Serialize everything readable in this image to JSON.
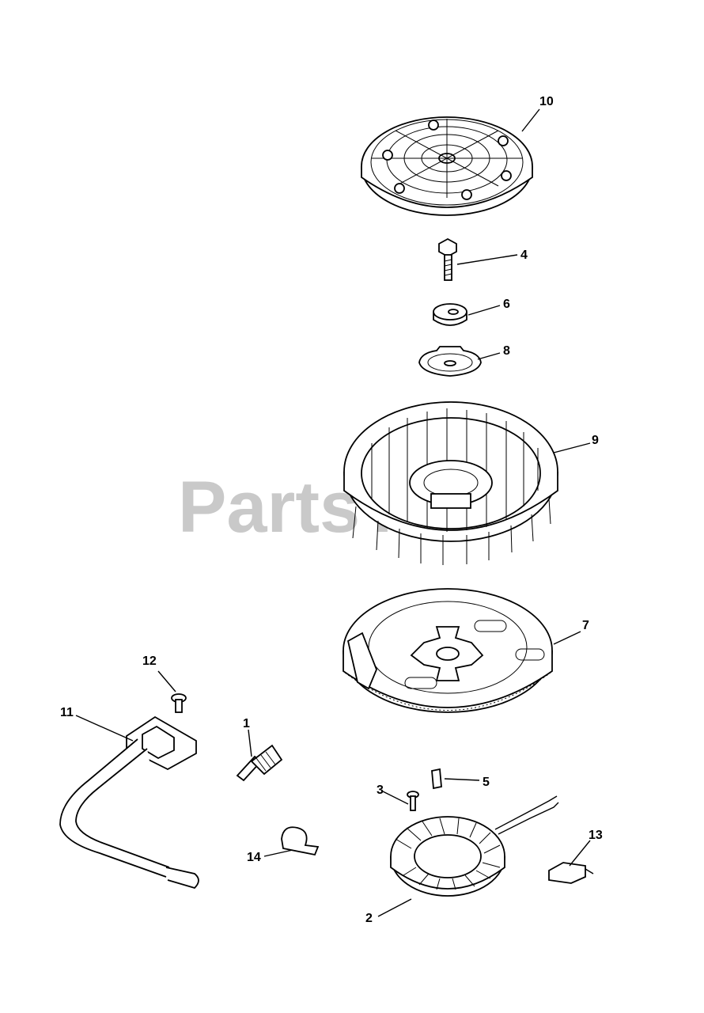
{
  "watermark": "PartsTree",
  "parts": [
    {
      "id": "1",
      "label": "1"
    },
    {
      "id": "2",
      "label": "2"
    },
    {
      "id": "3",
      "label": "3"
    },
    {
      "id": "4",
      "label": "4"
    },
    {
      "id": "5",
      "label": "5"
    },
    {
      "id": "6",
      "label": "6"
    },
    {
      "id": "7",
      "label": "7"
    },
    {
      "id": "8",
      "label": "8"
    },
    {
      "id": "9",
      "label": "9"
    },
    {
      "id": "10",
      "label": "10"
    },
    {
      "id": "11",
      "label": "11"
    },
    {
      "id": "12",
      "label": "12"
    },
    {
      "id": "13",
      "label": "13"
    },
    {
      "id": "14",
      "label": "14"
    }
  ]
}
